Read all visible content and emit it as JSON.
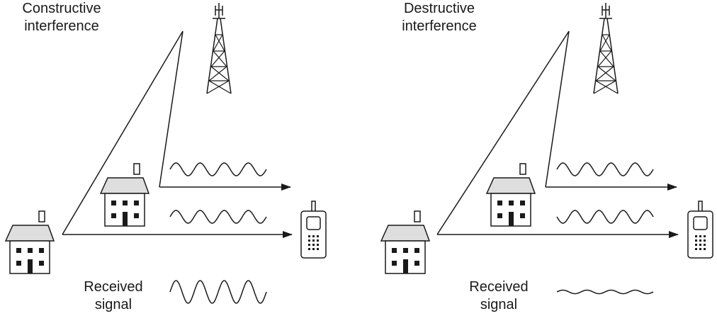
{
  "panels": [
    {
      "id": "constructive",
      "title_line1": "Constructive",
      "title_line2": "interference",
      "received_line1": "Received",
      "received_line2": "signal"
    },
    {
      "id": "destructive",
      "title_line1": "Destructive",
      "title_line2": "interference",
      "received_line1": "Received",
      "received_line2": "signal"
    }
  ],
  "colors": {
    "ink": "#1a1a1a",
    "roof": "#dedede",
    "background": "#ffffff"
  }
}
